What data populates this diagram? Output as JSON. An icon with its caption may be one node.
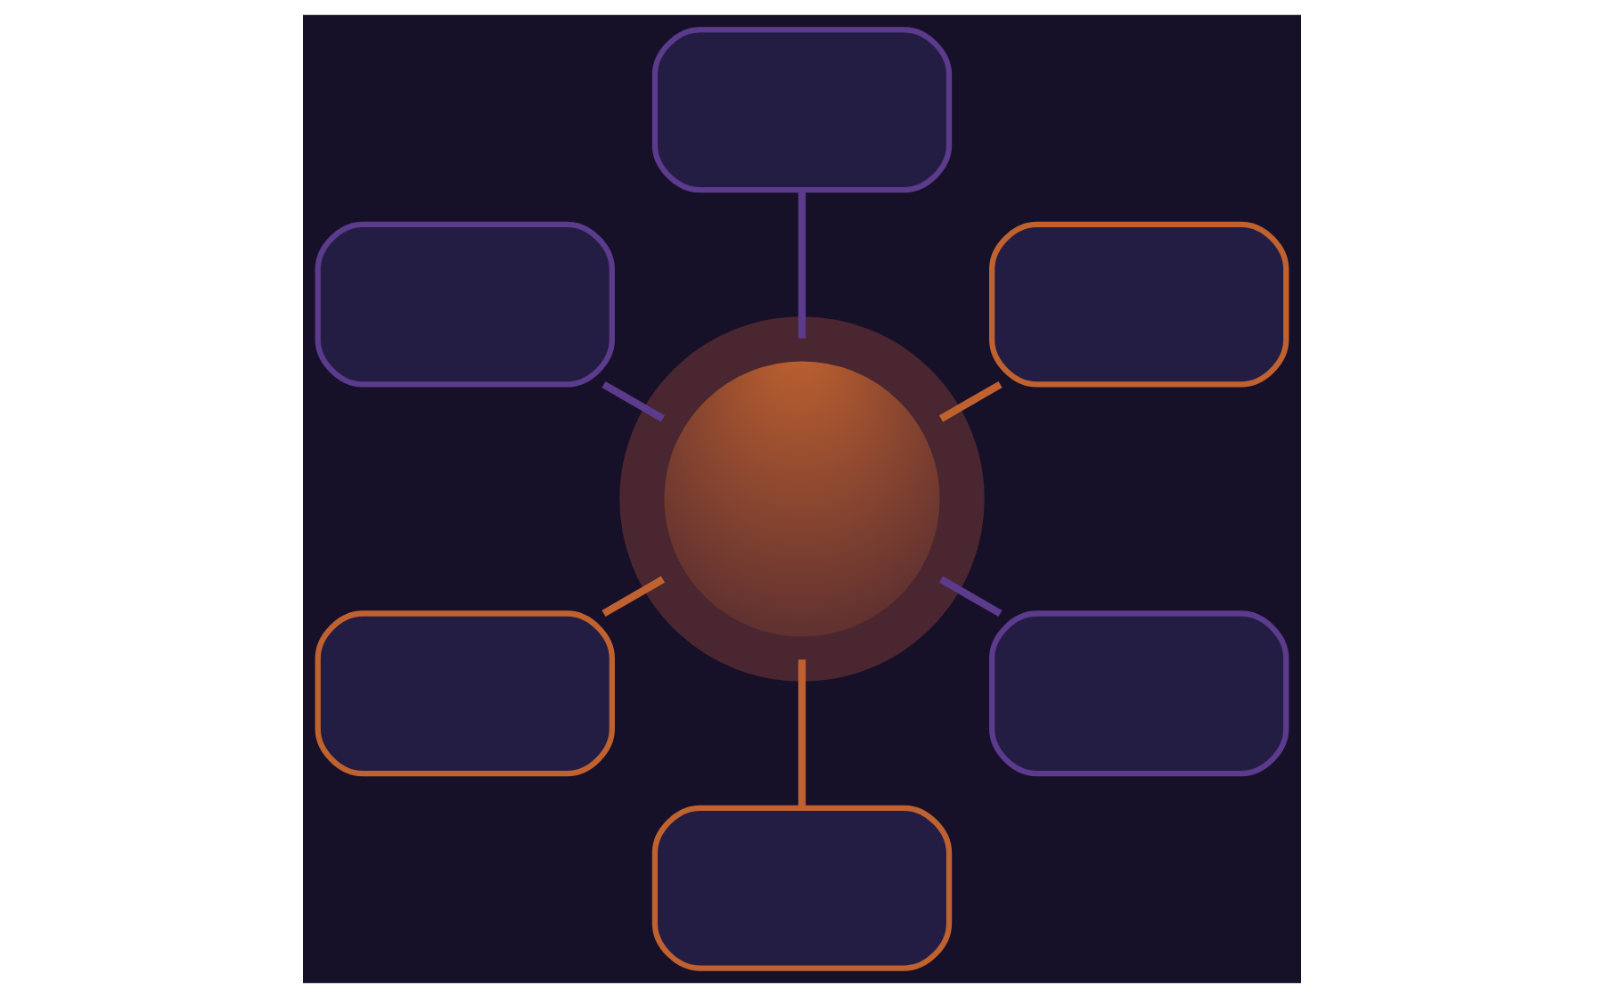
{
  "diagram": {
    "nodes": [
      {
        "text": [],
        "shape": "box"
      },
      {
        "text": [],
        "shape": "box"
      },
      {
        "text": [],
        "shape": "box"
      },
      {
        "text": [],
        "shape": "circle"
      },
      {
        "text": [],
        "shape": "box"
      },
      {
        "text": [],
        "shape": "box"
      },
      {
        "text": [],
        "shape": "box"
      }
    ],
    "edges": [
      {
        "from": 3,
        "to": 0,
        "arrow": "none",
        "color": "#c0622f"
      },
      {
        "from": 3,
        "to": 1,
        "arrow": "none",
        "color": "#5c3a8c"
      },
      {
        "from": 3,
        "to": 2,
        "arrow": "none",
        "color": "#5c3a8c"
      },
      {
        "from": 3,
        "to": 4,
        "arrow": "none",
        "color": "#c0622f"
      },
      {
        "from": 3,
        "to": 5,
        "arrow": "none",
        "color": "#c0622f"
      },
      {
        "from": 3,
        "to": 6,
        "arrow": "none",
        "color": "#5c3a8c"
      }
    ]
  }
}
